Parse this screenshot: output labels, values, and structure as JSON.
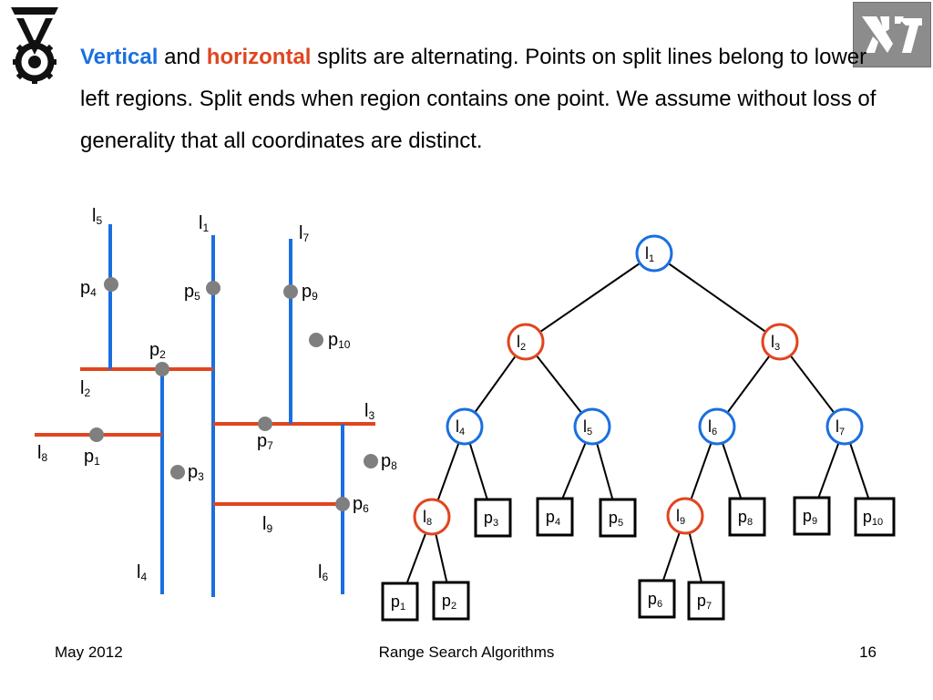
{
  "colors": {
    "vertical": "#1A6FE0",
    "horizontal": "#E0451F",
    "point": "#7F7F7F"
  },
  "logos": {
    "left_icon": "gear-emblem-icon",
    "right_icon": "hebrew-letters-icon"
  },
  "intro": {
    "word_vertical": "Vertical",
    "text_and": " and ",
    "word_horizontal": "horizontal",
    "text_rest": " splits are alternating. Points on split lines belong to lower left regions. Split ends when region contains one point. We assume without loss of generality that all coordinates are distinct."
  },
  "plane": {
    "lines": [
      {
        "base": "l",
        "sub": "1",
        "dir": "vertical"
      },
      {
        "base": "l",
        "sub": "2",
        "dir": "horizontal"
      },
      {
        "base": "l",
        "sub": "3",
        "dir": "horizontal"
      },
      {
        "base": "l",
        "sub": "4",
        "dir": "vertical"
      },
      {
        "base": "l",
        "sub": "5",
        "dir": "vertical"
      },
      {
        "base": "l",
        "sub": "6",
        "dir": "vertical"
      },
      {
        "base": "l",
        "sub": "7",
        "dir": "vertical"
      },
      {
        "base": "l",
        "sub": "8",
        "dir": "horizontal"
      },
      {
        "base": "l",
        "sub": "9",
        "dir": "horizontal"
      }
    ],
    "points": [
      {
        "base": "p",
        "sub": "1"
      },
      {
        "base": "p",
        "sub": "2"
      },
      {
        "base": "p",
        "sub": "3"
      },
      {
        "base": "p",
        "sub": "4"
      },
      {
        "base": "p",
        "sub": "5"
      },
      {
        "base": "p",
        "sub": "6"
      },
      {
        "base": "p",
        "sub": "7"
      },
      {
        "base": "p",
        "sub": "8"
      },
      {
        "base": "p",
        "sub": "9"
      },
      {
        "base": "p",
        "sub": "10"
      }
    ]
  },
  "tree": {
    "nodes": [
      {
        "id": "l1",
        "base": "l",
        "sub": "1",
        "kind": "split",
        "dir": "vertical"
      },
      {
        "id": "l2",
        "base": "l",
        "sub": "2",
        "kind": "split",
        "dir": "horizontal"
      },
      {
        "id": "l3",
        "base": "l",
        "sub": "3",
        "kind": "split",
        "dir": "horizontal"
      },
      {
        "id": "l4",
        "base": "l",
        "sub": "4",
        "kind": "split",
        "dir": "vertical"
      },
      {
        "id": "l5",
        "base": "l",
        "sub": "5",
        "kind": "split",
        "dir": "vertical"
      },
      {
        "id": "l6",
        "base": "l",
        "sub": "6",
        "kind": "split",
        "dir": "vertical"
      },
      {
        "id": "l7",
        "base": "l",
        "sub": "7",
        "kind": "split",
        "dir": "vertical"
      },
      {
        "id": "l8",
        "base": "l",
        "sub": "8",
        "kind": "split",
        "dir": "horizontal"
      },
      {
        "id": "l9",
        "base": "l",
        "sub": "9",
        "kind": "split",
        "dir": "horizontal"
      },
      {
        "id": "p3",
        "base": "p",
        "sub": "3",
        "kind": "leaf"
      },
      {
        "id": "p4",
        "base": "p",
        "sub": "4",
        "kind": "leaf"
      },
      {
        "id": "p5",
        "base": "p",
        "sub": "5",
        "kind": "leaf"
      },
      {
        "id": "p8",
        "base": "p",
        "sub": "8",
        "kind": "leaf"
      },
      {
        "id": "p9",
        "base": "p",
        "sub": "9",
        "kind": "leaf"
      },
      {
        "id": "p10",
        "base": "p",
        "sub": "10",
        "kind": "leaf"
      },
      {
        "id": "p1",
        "base": "p",
        "sub": "1",
        "kind": "leaf"
      },
      {
        "id": "p2",
        "base": "p",
        "sub": "2",
        "kind": "leaf"
      },
      {
        "id": "p6",
        "base": "p",
        "sub": "6",
        "kind": "leaf"
      },
      {
        "id": "p7",
        "base": "p",
        "sub": "7",
        "kind": "leaf"
      }
    ],
    "edges": [
      [
        "l1",
        "l2"
      ],
      [
        "l1",
        "l3"
      ],
      [
        "l2",
        "l4"
      ],
      [
        "l2",
        "l5"
      ],
      [
        "l3",
        "l6"
      ],
      [
        "l3",
        "l7"
      ],
      [
        "l4",
        "l8"
      ],
      [
        "l4",
        "p3"
      ],
      [
        "l5",
        "p4"
      ],
      [
        "l5",
        "p5"
      ],
      [
        "l6",
        "l9"
      ],
      [
        "l6",
        "p8"
      ],
      [
        "l7",
        "p9"
      ],
      [
        "l7",
        "p10"
      ],
      [
        "l8",
        "p1"
      ],
      [
        "l8",
        "p2"
      ],
      [
        "l9",
        "p6"
      ],
      [
        "l9",
        "p7"
      ]
    ]
  },
  "footer": {
    "date": "May 2012",
    "title": "Range Search Algorithms",
    "page": "16"
  }
}
